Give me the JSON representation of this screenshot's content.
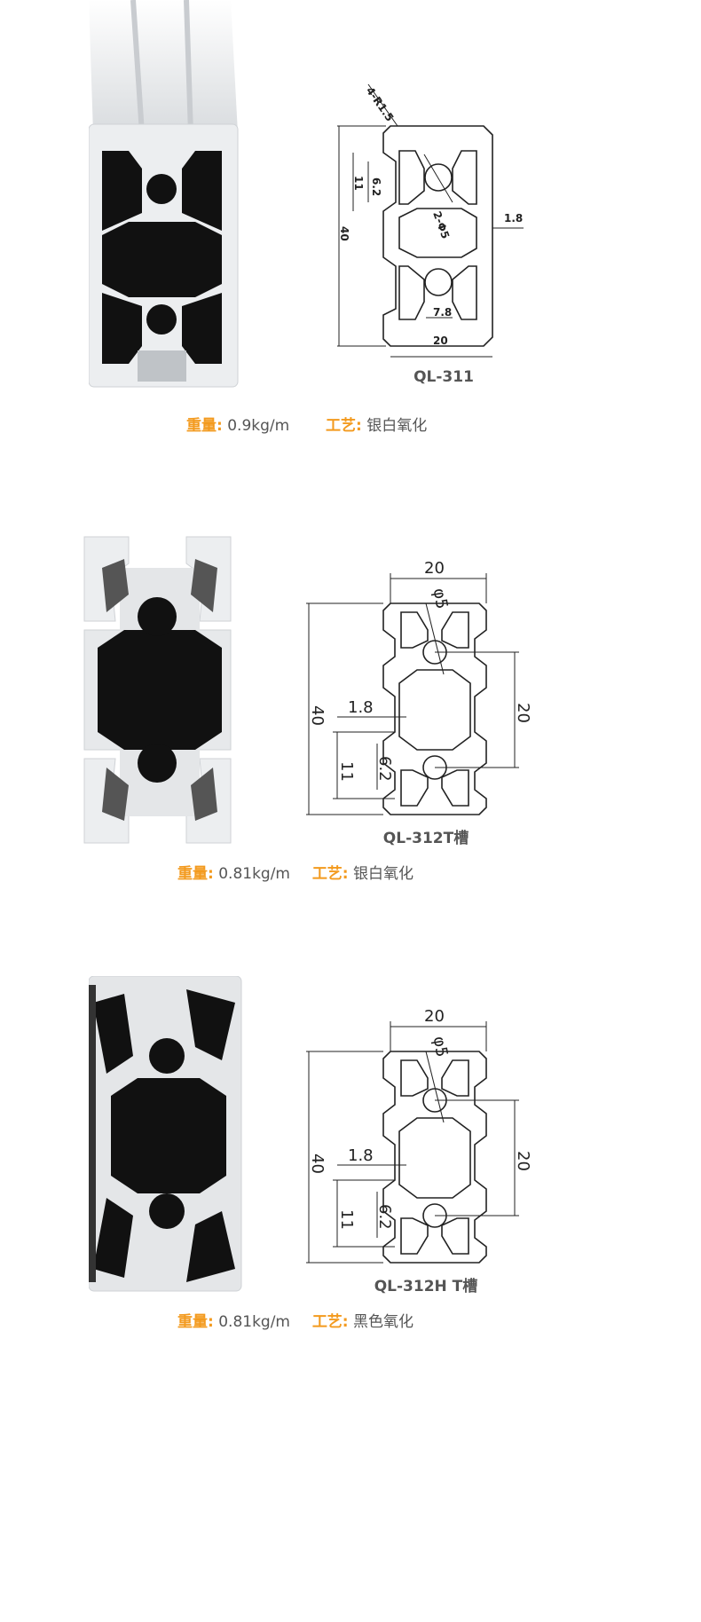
{
  "products": [
    {
      "model": "QL-311",
      "weight_label": "重量:",
      "weight_value": "0.9kg/m",
      "process_label": "工艺:",
      "process_value": "银白氧化",
      "dims": {
        "radius": "4-R1.5",
        "d1": "6.2",
        "d2": "11",
        "hole": "2-Φ5",
        "height": "40",
        "web": "1.8",
        "slot": "7.8",
        "width": "20"
      },
      "finish": "silver"
    },
    {
      "model": "QL-312T槽",
      "weight_label": "重量:",
      "weight_value": "0.81kg/m",
      "process_label": "工艺:",
      "process_value": "银白氧化",
      "dims": {
        "width": "20",
        "hole": "φ5",
        "height": "40",
        "web": "1.8",
        "pitch": "20",
        "d2": "11",
        "d1": "6.2"
      },
      "finish": "silver"
    },
    {
      "model": "QL-312H T槽",
      "weight_label": "重量:",
      "weight_value": "0.81kg/m",
      "process_label": "工艺:",
      "process_value": "黑色氧化",
      "dims": {
        "width": "20",
        "hole": "φ5",
        "height": "40",
        "web": "1.8",
        "pitch": "20",
        "d2": "11",
        "d1": "6.2"
      },
      "finish": "black"
    }
  ],
  "colors": {
    "accent": "#f39a1e",
    "text": "#555555",
    "silver": "#e4e6e8",
    "black": "#111111"
  }
}
